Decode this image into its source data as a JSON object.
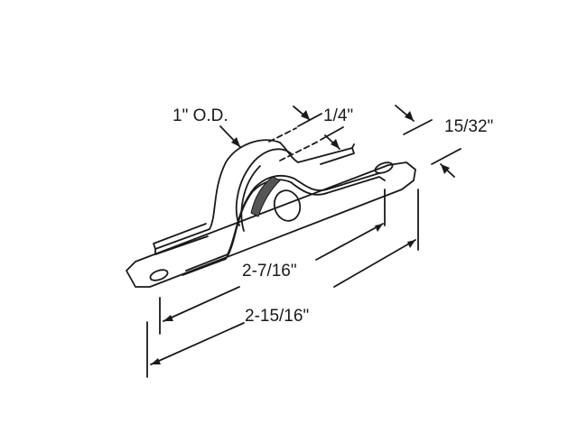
{
  "diagram": {
    "type": "technical-drawing",
    "subject": "sliding door roller assembly",
    "colors": {
      "line": "#1a1a1a",
      "background": "#ffffff",
      "shading": "#555555"
    },
    "dimensions": {
      "wheel_od": "1\" O.D.",
      "wheel_width": "1/4\"",
      "bracket_width": "15/32\"",
      "hole_spacing": "2-7/16\"",
      "overall_length": "2-15/16\""
    }
  }
}
